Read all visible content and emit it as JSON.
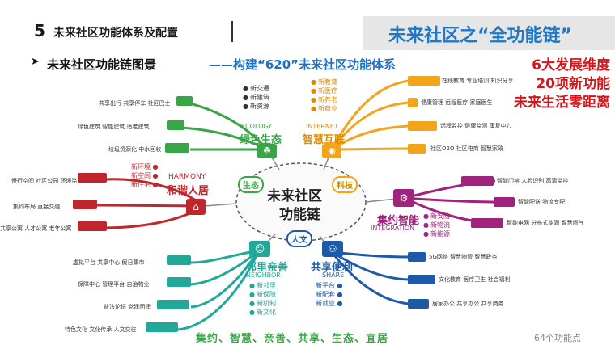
{
  "header": {
    "section_number": "5",
    "section_title": "未来社区功能体系及配置",
    "banner": "未来社区之“全功能链”"
  },
  "subheader": {
    "title": "未来社区功能链图景",
    "tagline": "——构建“620”未来社区功能体系"
  },
  "highlights": [
    "6大发展维度",
    "20项新功能",
    "未来生活零距离"
  ],
  "center": {
    "title_line1": "未来社区",
    "title_line2": "功能链",
    "tags": [
      "生态",
      "科技",
      "人文"
    ]
  },
  "hubs": {
    "ecology": {
      "en": "ECOLOGY",
      "cn": "绿色生态",
      "features": [
        "新交通",
        "新建筑",
        "新资源"
      ],
      "color": "#3aa547"
    },
    "internet": {
      "en": "INTERNET",
      "cn": "智慧互联",
      "features": [
        "新教育",
        "新医疗",
        "新养老",
        "新商业"
      ],
      "color": "#f2a51a"
    },
    "harmony": {
      "en": "HARMONY",
      "cn": "和谐人居",
      "features": [
        "新环境",
        "新空间",
        "新住宅"
      ],
      "color": "#c0262d"
    },
    "integration": {
      "en": "INTEGRATION",
      "cn": "集约智能",
      "features": [
        "新安防",
        "新物流",
        "新能源"
      ],
      "color": "#a0237e"
    },
    "neighbor": {
      "en": "NEIGHBOR",
      "cn": "邻里亲善",
      "features": [
        "新邻里",
        "新保障",
        "新机制",
        "新文化"
      ],
      "color": "#21a89a"
    },
    "share": {
      "en": "SHARE",
      "cn": "共享便利",
      "features": [
        "新平台",
        "新配套",
        "新就业"
      ],
      "color": "#1f5aa8"
    }
  },
  "leaves": {
    "ecology": [
      "共享出行 共享停车 社区巴士",
      "绿色建筑 智能建筑 适老建筑",
      "垃圾资源化 中水回收"
    ],
    "internet": [
      "在线教育 专业培训 知识分享",
      "健康管理 远程医疗 家庭医生",
      "远程监控 健康监测 康复中心",
      "社区O2O 社区电商 智慧家政"
    ],
    "harmony": [
      "慢行空间 社区公园 环境监测",
      "集约布局 直接交融",
      "共享公寓 人才公寓 老年公寓"
    ],
    "integration": [
      "智能门禁 人脸识别 高清监控",
      "智能配送 物流专配",
      "智能电网 分布式能源 智慧燃气"
    ],
    "neighbor": [
      "虚拟平台 共享中心 假日集市",
      "保障中心 管理平台 自治物业",
      "普法论坛 党建团建",
      "特色文化 文化传承 人文交往"
    ],
    "share": [
      "5G网络 智慧物管 智慧政务",
      "文化教育 医疗卫生 社会福利",
      "居家办公 共享办公 共享商务"
    ]
  },
  "footer": "集约、智慧、亲善、共享、生态、宜居",
  "feature_count": "64个功能点"
}
